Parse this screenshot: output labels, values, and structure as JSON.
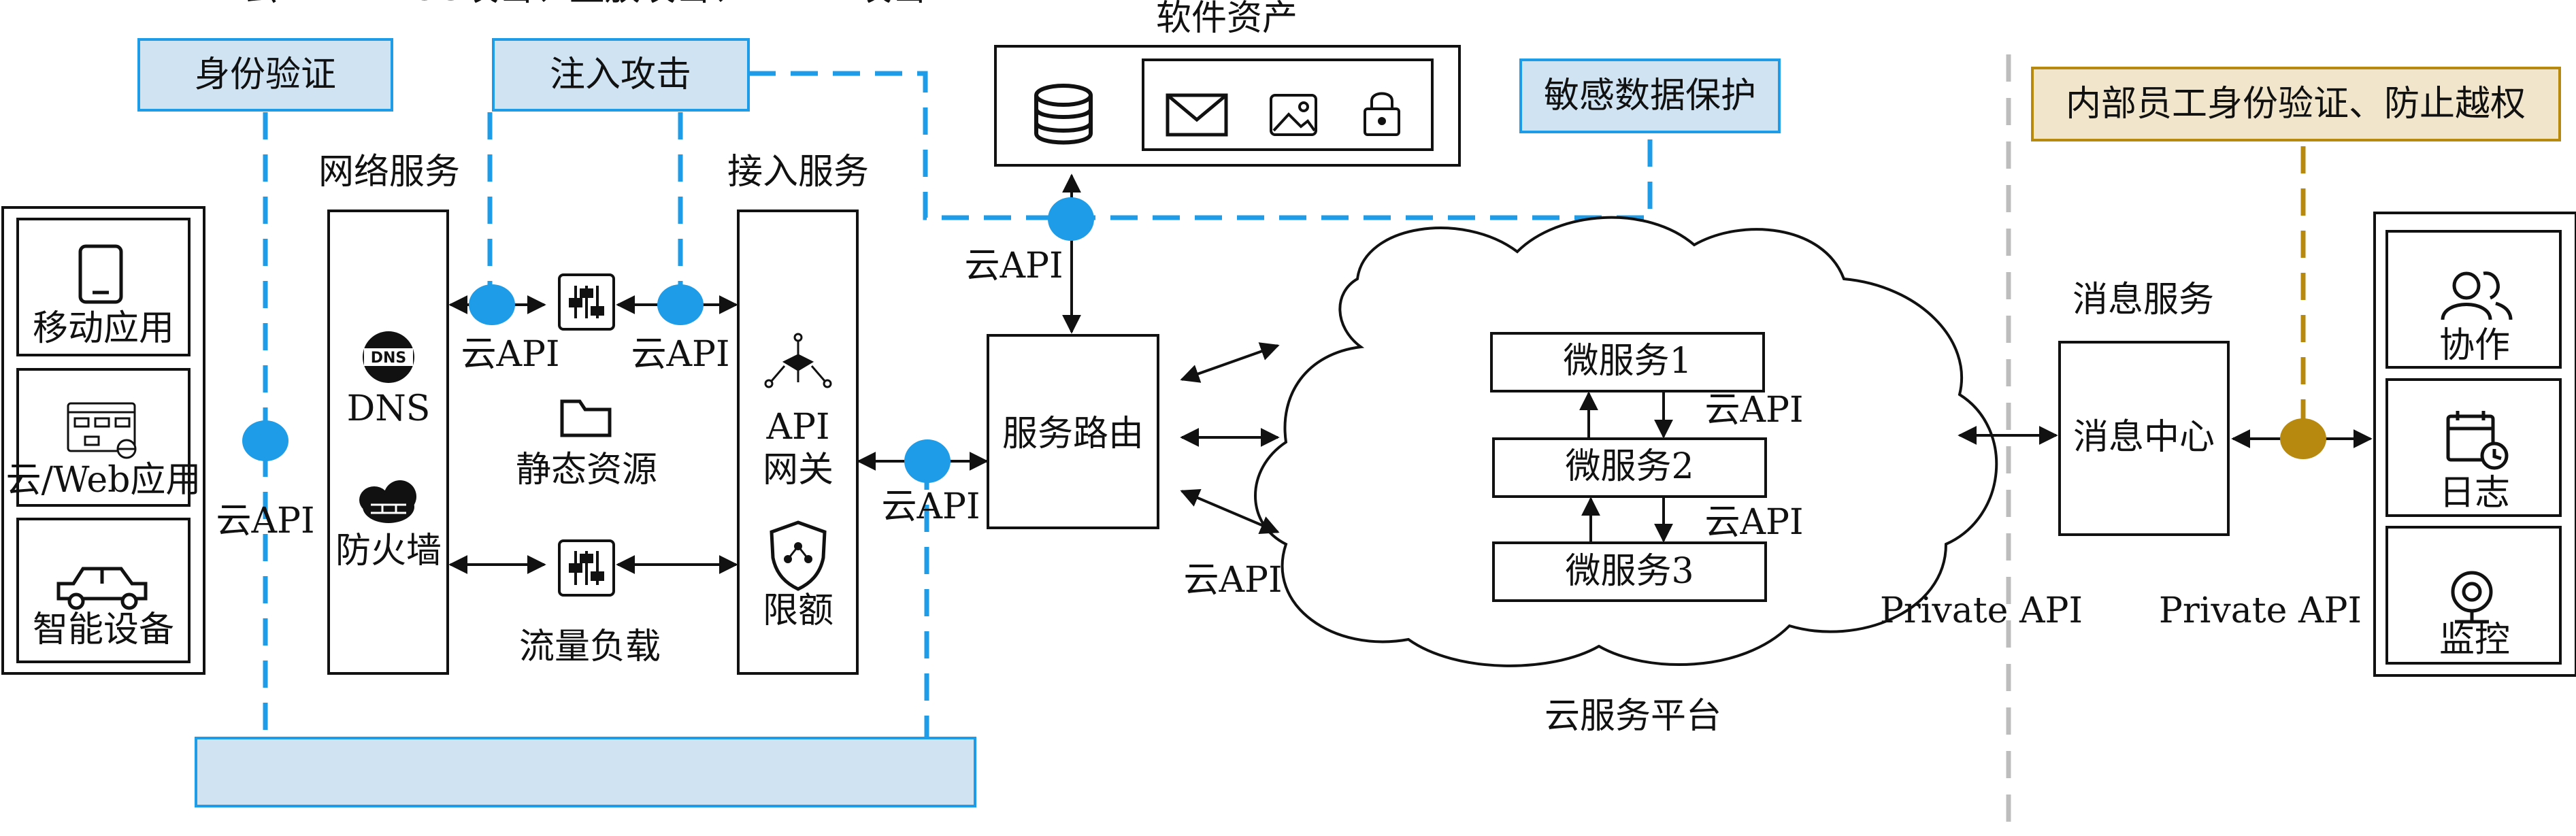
{
  "labels": {
    "identity_auth": "身份验证",
    "injection_attack": "注入攻击",
    "software_assets": "软件资产",
    "sensitive_data": "敏感数据保护",
    "internal_auth": "内部员工身份验证、防止越权",
    "network_service": "网络服务",
    "access_service": "接入服务",
    "message_service": "消息服务",
    "ddos_attack": "云API DDOS攻击、重放攻击、MITM攻击",
    "cloud_platform": "云服务平台",
    "cloud_api": "云API",
    "private_api": "Private API"
  },
  "clients": {
    "mobile": "移动应用",
    "web": "云/Web应用",
    "smart_device": "智能设备"
  },
  "network": {
    "dns": "DNS",
    "firewall": "防火墙",
    "static_resources": "静态资源",
    "traffic_load": "流量负载"
  },
  "access": {
    "api_gateway_line1": "API",
    "api_gateway_line2": "网关",
    "quota": "限额"
  },
  "router": "服务路由",
  "microservices": [
    "微服务1",
    "微服务2",
    "微服务3"
  ],
  "message_center": "消息中心",
  "internal": {
    "collaborate": "协作",
    "log": "日志",
    "monitor": "监控"
  },
  "icons": [
    "phone-icon",
    "web-app-icon",
    "car-icon",
    "dns-icon",
    "firewall-icon",
    "slider-icon",
    "folder-icon",
    "api-gateway-icon",
    "quota-icon",
    "database-icon",
    "mail-icon",
    "image-icon",
    "lock-icon",
    "users-icon",
    "calendar-clock-icon",
    "webcam-icon"
  ],
  "colors": {
    "blue": "#1e9ce8",
    "blue_fill": "#cfe3f3",
    "gold": "#b8890f",
    "gold_fill": "#f1e6cc",
    "gray_divider": "#bdbdbd"
  }
}
